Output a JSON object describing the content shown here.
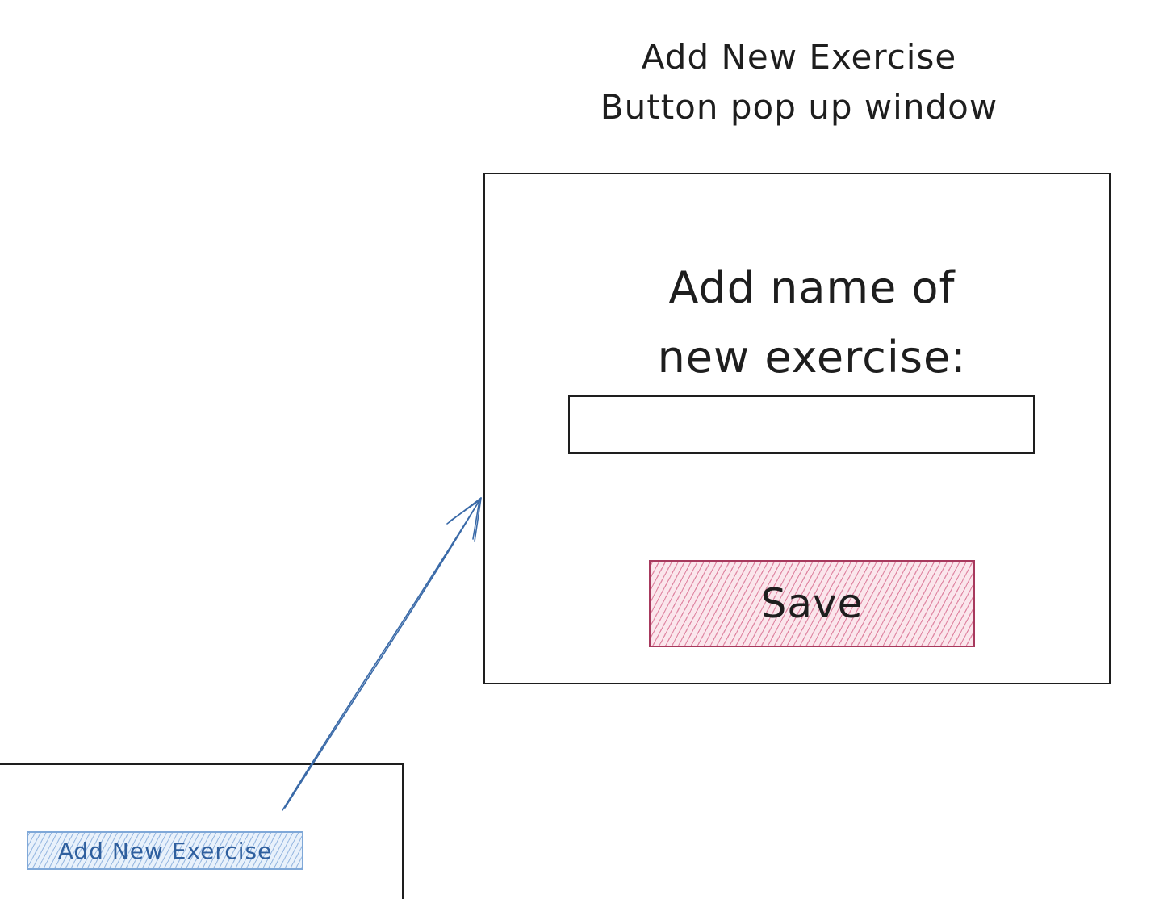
{
  "caption": {
    "line1": "Add New Exercise",
    "line2": "Button pop up window"
  },
  "popup": {
    "prompt_line1": "Add name of",
    "prompt_line2": "new exercise:",
    "input_value": "",
    "save_label": "Save"
  },
  "parent_screen": {
    "add_button_label": "Add New Exercise"
  },
  "colors": {
    "ink": "#1e1e1e",
    "save_fill": "#c93c68",
    "add_button_fill": "#5a8ccd",
    "arrow": "#3a6aa8"
  }
}
